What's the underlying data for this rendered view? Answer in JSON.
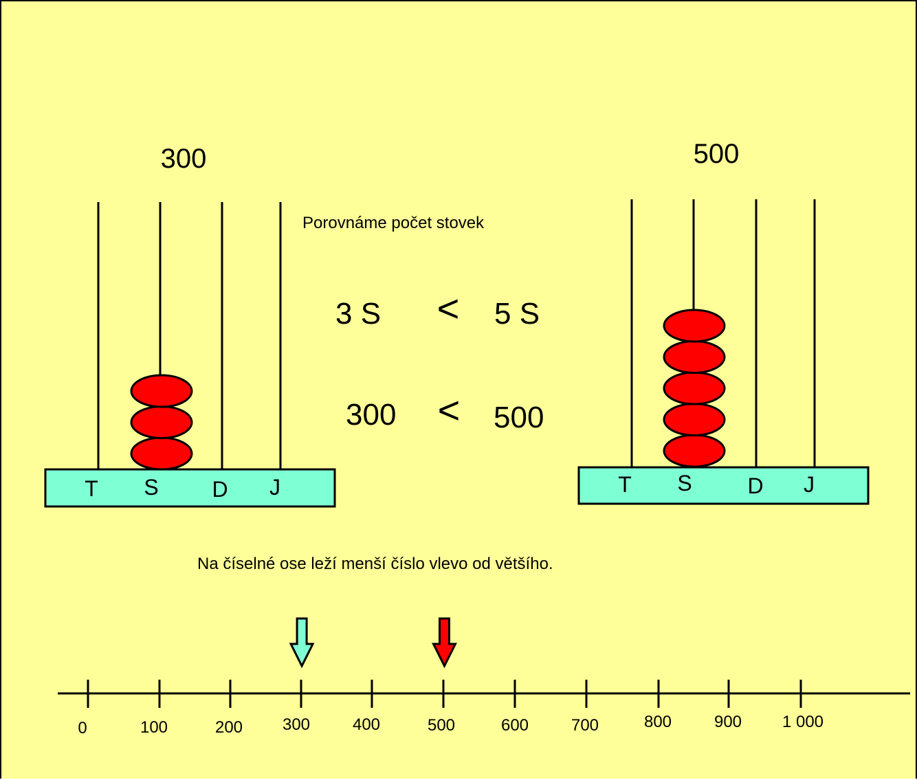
{
  "left_abacus": {
    "value_label": "300",
    "column_labels": [
      "T",
      "S",
      "D",
      "J"
    ],
    "beads": {
      "T": 0,
      "S": 3,
      "D": 0,
      "J": 0
    }
  },
  "right_abacus": {
    "value_label": "500",
    "column_labels": [
      "T",
      "S",
      "D",
      "J"
    ],
    "beads": {
      "T": 0,
      "S": 5,
      "D": 0,
      "J": 0
    }
  },
  "comparison": {
    "heading": "Porovnáme počet stovek",
    "hundreds_left": "3 S",
    "hundreds_sign": "<",
    "hundreds_right": "5 S",
    "numbers_left": "300",
    "numbers_sign": "<",
    "numbers_right": "500"
  },
  "number_line": {
    "caption": "Na číselné ose leží menší číslo vlevo od většího.",
    "tick_labels": [
      "0",
      "100",
      "200",
      "300",
      "400",
      "500",
      "600",
      "700",
      "800",
      "900",
      "1 000"
    ],
    "arrows": [
      {
        "value": 300,
        "color": "#7fffd4"
      },
      {
        "value": 500,
        "color": "#ff0000"
      }
    ]
  },
  "colors": {
    "background": "#ffff99",
    "abacus_base": "#7fffd4",
    "bead": "#ff0000"
  }
}
